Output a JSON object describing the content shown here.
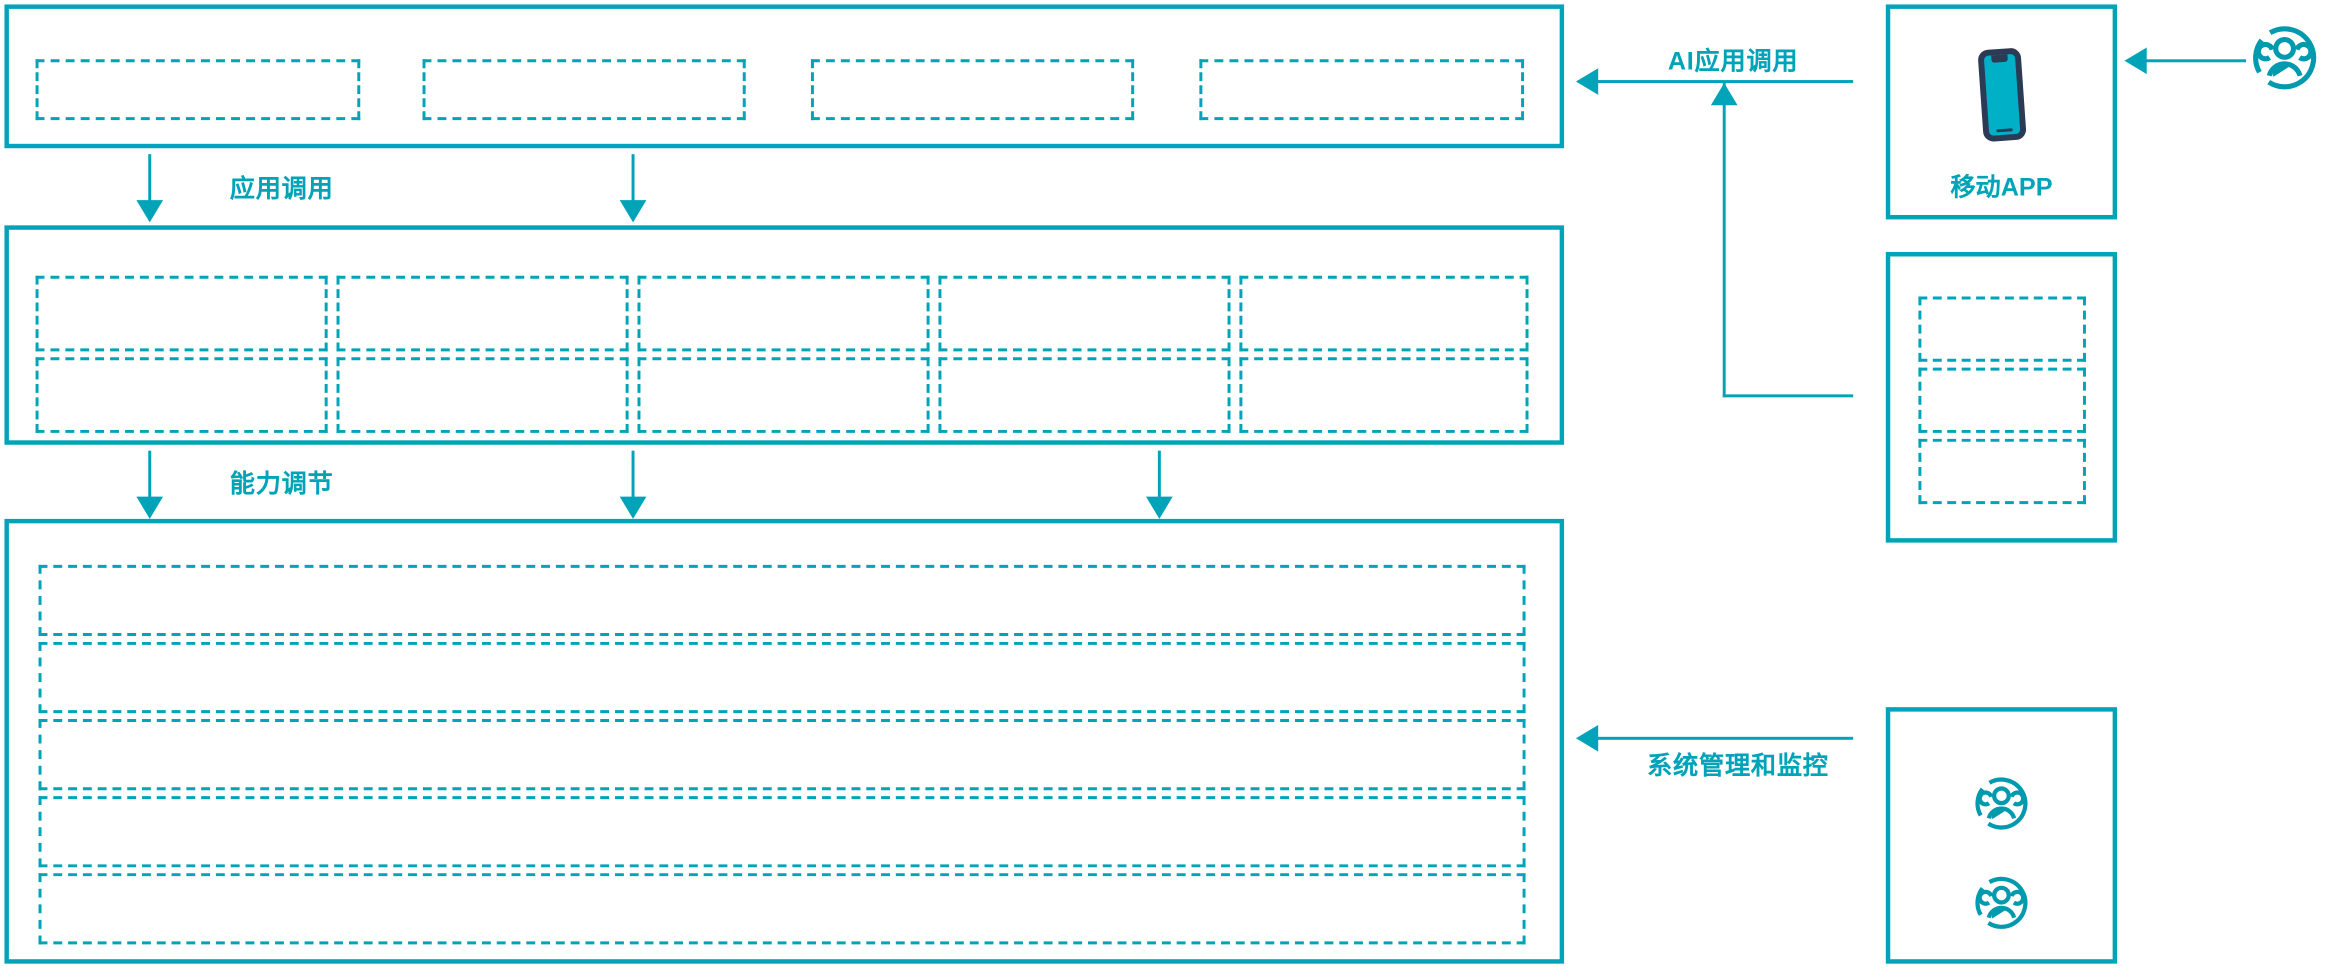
{
  "theme": {
    "accent": "#00a3b8",
    "icon_dark": "#2b3a55",
    "icon_fill": "#00b0c7",
    "background": "#ffffff"
  },
  "diagram": {
    "type": "architecture-layer-diagram",
    "connector_labels": {
      "app_call": "应用调用",
      "capability_call": "能力调节",
      "ai_app_call": "AI应用调用",
      "system_manage_monitor": "系统管理和监控"
    },
    "layers": [
      {
        "id": "application-layer",
        "name": "",
        "slot_count": 4,
        "slots": [
          "",
          "",
          "",
          ""
        ]
      },
      {
        "id": "capability-layer",
        "name": "",
        "columns": 5,
        "rows": 2,
        "slots": [
          "",
          "",
          "",
          "",
          "",
          "",
          "",
          "",
          "",
          ""
        ]
      },
      {
        "id": "platform-layer",
        "name": "",
        "bar_count": 5,
        "slots": [
          "",
          "",
          "",
          "",
          ""
        ]
      }
    ],
    "right_column": {
      "mobile_app": {
        "label": "移动APP",
        "icon": "smartphone-icon"
      },
      "channel_box": {
        "label": "",
        "slot_count": 3,
        "slots": [
          "",
          "",
          ""
        ]
      },
      "admin_box": {
        "label": "",
        "icons": [
          "users-group-icon",
          "users-group-icon"
        ]
      },
      "external_user": {
        "icon": "users-group-icon",
        "label": ""
      }
    }
  }
}
